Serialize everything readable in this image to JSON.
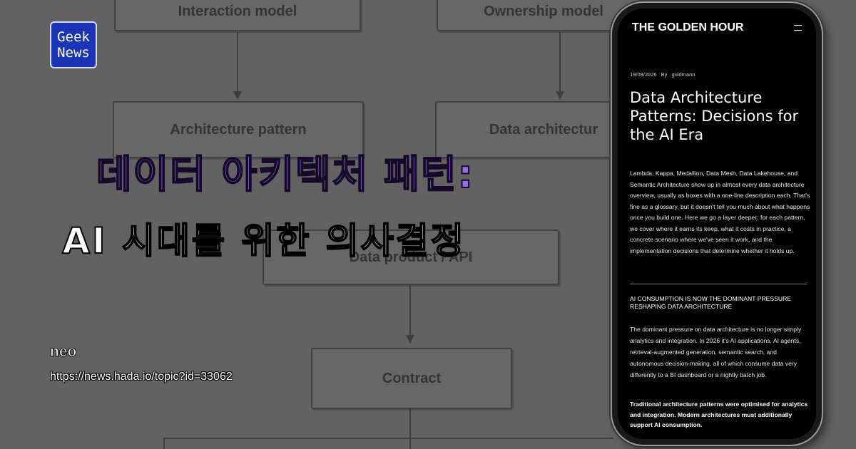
{
  "background_diagram": {
    "boxes": [
      "Interaction model",
      "Ownership model",
      "Architecture pattern",
      "Data architectur",
      "Data product / API",
      "Contract"
    ]
  },
  "logo": {
    "line1": "Geek",
    "line2": "News",
    "color": "#1a34b8"
  },
  "headline": {
    "line1": "데이터 아키텍처 패턴:",
    "line2": "AI 시대를 위한 의사결정",
    "line1_color": "#9b6cf2"
  },
  "author": "neo",
  "url": "https://news.hada.io/topic?id=33062",
  "phone": {
    "site_title": "THE GOLDEN HOUR",
    "menu_icon": "hamburger-icon",
    "date": "19/08/2026",
    "by": "By",
    "author": "guldmann",
    "article_title": "Data Architecture Patterns: Decisions for the AI Era",
    "intro": "Lambda, Kappa, Medallion, Data Mesh, Data Lakehouse, and Semantic Architecture show up in almost every data architecture overview, usually as boxes with a one-line description each. That's fine as a glossary, but it doesn't tell you much about what happens once you build one. Here we go a layer deeper: for each pattern, we cover where it earns its keep, what it costs in practice, a concrete scenario where we've seen it work, and the implementation decisions that determine whether it holds up.",
    "section_heading": "AI CONSUMPTION IS NOW THE DOMINANT PRESSURE RESHAPING DATA ARCHITECTURE",
    "section_body": "The dominant pressure on data architecture is no longer simply analytics and integration. In 2026 it's AI applications, AI agents, retrieval-augmented generation, semantic search, and autonomous decision-making, all of which consume data very differently to a BI dashboard or a nightly batch job.",
    "bold_paragraph": "Traditional architecture patterns were optimised for analytics and integration. Modern architectures must additionally support AI consumption."
  }
}
